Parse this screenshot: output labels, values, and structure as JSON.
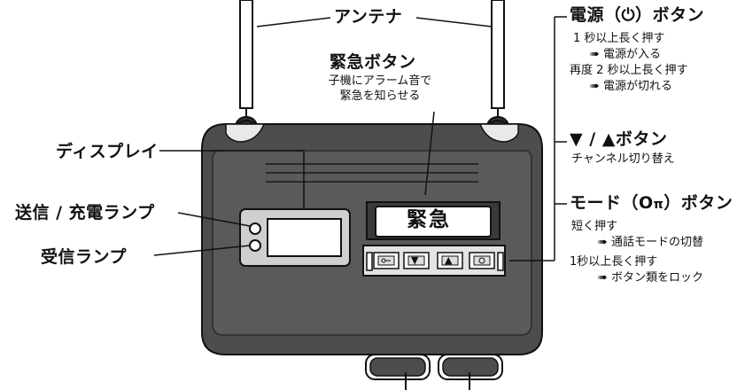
{
  "antenna_label": "アンテナ",
  "emergency": {
    "title": "緊急ボタン",
    "desc_line1": "子機にアラーム音で",
    "desc_line2": "緊急を知らせる",
    "button_text": "緊急"
  },
  "left_labels": {
    "display": "ディスプレイ",
    "send_charge_lamp": "送信 / 充電ランプ",
    "receive_lamp": "受信ランプ"
  },
  "power": {
    "title_prefix": "電源（",
    "title_suffix": "）ボタン",
    "icon": "power-icon",
    "line1": "1 秒以上長く押す",
    "line2": "➠ 電源が入る",
    "line3": "再度 2 秒以上長く押す",
    "line4": "➠ 電源が切れる"
  },
  "channel": {
    "title": "▼ / ▲ボタン",
    "line1": "チャンネル切り替え"
  },
  "mode": {
    "title_prefix": "モード（",
    "title_icon_text": "O",
    "title_suffix": "）ボタン",
    "icon": "key-icon",
    "line1": "短く押す",
    "line2": "➠ 通話モードの切替",
    "line3": "1秒以上長く押す",
    "line4": "➠ ボタン類をロック"
  },
  "keypad": {
    "down_symbol": "▼",
    "up_symbol": "▲"
  }
}
